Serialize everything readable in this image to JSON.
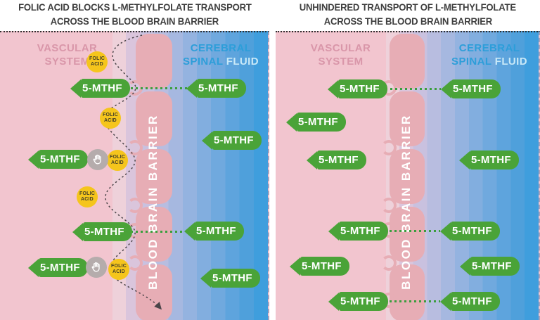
{
  "colors": {
    "title": "#3e3e3e",
    "pink-bg": "#f2c5cf",
    "barrier-pink": "#e7adb5",
    "vascular-label": "#d996a9",
    "csf-blue": "#2d9ed9",
    "csf-light": "#c9e9f8",
    "green": "#4aa338",
    "dot-green": "#3a9e3d",
    "yellow": "#f5c51c",
    "folic-text": "#454028",
    "hand-gray": "#b5acac",
    "path-dark": "#4a4448",
    "blue-end": "#3f9edd"
  },
  "left_panel": {
    "title_line1": "FOLIC ACID BLOCKS L-METHYLFOLATE TRANSPORT",
    "title_line2": "ACROSS THE BLOOD BRAIN BARRIER"
  },
  "right_panel": {
    "title_line1": "UNHINDERED TRANSPORT OF L-METHYLFOLATE",
    "title_line2": "ACROSS THE BLOOD BRAIN BARRIER"
  },
  "labels": {
    "vascular_system": "VASCULAR SYSTEM",
    "cerebral": "CEREBRAL",
    "spinal": "SPINAL",
    "fluid": "FLUID",
    "barrier": "BLOOD BRAIN BARRIER",
    "mthf": "5-MTHF",
    "folic_acid": "FOLIC ACID"
  }
}
